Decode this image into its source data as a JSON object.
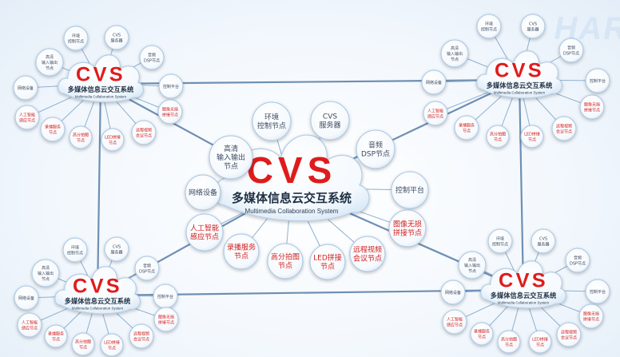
{
  "watermark": "HAR",
  "clusters": [
    {
      "id": "center",
      "logo": "CVS",
      "title_cn": "多媒体信息云交互系统",
      "title_en": "Multimedia Collaboration System",
      "nodes": [
        {
          "lines": [
            "环境",
            "控制节点"
          ],
          "red": false
        },
        {
          "lines": [
            "CVS",
            "服务器"
          ],
          "red": false
        },
        {
          "lines": [
            "高清",
            "输入输出",
            "节点"
          ],
          "red": false
        },
        {
          "lines": [
            "音频",
            "DSP节点"
          ],
          "red": false
        },
        {
          "lines": [
            "网络设备"
          ],
          "red": false
        },
        {
          "lines": [
            "控制平台"
          ],
          "red": false
        },
        {
          "lines": [
            "人工智能",
            "感应节点"
          ],
          "red": true
        },
        {
          "lines": [
            "录播服务",
            "节点"
          ],
          "red": true
        },
        {
          "lines": [
            "高分拍图",
            "节点"
          ],
          "red": true
        },
        {
          "lines": [
            "LED拼接",
            "节点"
          ],
          "red": true
        },
        {
          "lines": [
            "远程视频",
            "会议节点"
          ],
          "red": true
        },
        {
          "lines": [
            "图像无损",
            "拼接节点"
          ],
          "red": true
        }
      ]
    },
    {
      "id": "top-left",
      "logo": "CVS",
      "title_cn": "多媒体信息云交互系统",
      "title_en": "Multimedia Collaboration System",
      "nodes": [
        {
          "lines": [
            "环境",
            "控制节点"
          ],
          "red": false
        },
        {
          "lines": [
            "CVS",
            "服务器"
          ],
          "red": false
        },
        {
          "lines": [
            "高清",
            "输入输出",
            "节点"
          ],
          "red": false
        },
        {
          "lines": [
            "音频",
            "DSP节点"
          ],
          "red": false
        },
        {
          "lines": [
            "网络设备"
          ],
          "red": false
        },
        {
          "lines": [
            "控制平台"
          ],
          "red": false
        },
        {
          "lines": [
            "人工智能",
            "感应节点"
          ],
          "red": true
        },
        {
          "lines": [
            "录播服务",
            "节点"
          ],
          "red": true
        },
        {
          "lines": [
            "高分拍图",
            "节点"
          ],
          "red": true
        },
        {
          "lines": [
            "LED拼接",
            "节点"
          ],
          "red": true
        },
        {
          "lines": [
            "远程视频",
            "会议节点"
          ],
          "red": true
        },
        {
          "lines": [
            "图像无损",
            "拼接节点"
          ],
          "red": true
        }
      ]
    },
    {
      "id": "top-right",
      "logo": "CVS",
      "title_cn": "多媒体信息云交互系统",
      "title_en": "Multimedia Collaboration System",
      "nodes": [
        {
          "lines": [
            "环境",
            "控制节点"
          ],
          "red": false
        },
        {
          "lines": [
            "CVS",
            "服务器"
          ],
          "red": false
        },
        {
          "lines": [
            "高清",
            "输入输出",
            "节点"
          ],
          "red": false
        },
        {
          "lines": [
            "音频",
            "DSP节点"
          ],
          "red": false
        },
        {
          "lines": [
            "网络设备"
          ],
          "red": false
        },
        {
          "lines": [
            "控制平台"
          ],
          "red": false
        },
        {
          "lines": [
            "人工智能",
            "感应节点"
          ],
          "red": true
        },
        {
          "lines": [
            "录播服务",
            "节点"
          ],
          "red": true
        },
        {
          "lines": [
            "高分拍图",
            "节点"
          ],
          "red": true
        },
        {
          "lines": [
            "LED拼接",
            "节点"
          ],
          "red": true
        },
        {
          "lines": [
            "远程视频",
            "会议节点"
          ],
          "red": true
        },
        {
          "lines": [
            "图像无损",
            "拼接节点"
          ],
          "red": true
        }
      ]
    },
    {
      "id": "bottom-left",
      "logo": "CVS",
      "title_cn": "多媒体信息云交互系统",
      "title_en": "Multimedia Collaboration System",
      "nodes": [
        {
          "lines": [
            "环境",
            "控制节点"
          ],
          "red": false
        },
        {
          "lines": [
            "CVS",
            "服务器"
          ],
          "red": false
        },
        {
          "lines": [
            "高清",
            "输入输出",
            "节点"
          ],
          "red": false
        },
        {
          "lines": [
            "音频",
            "DSP节点"
          ],
          "red": false
        },
        {
          "lines": [
            "网络设备"
          ],
          "red": false
        },
        {
          "lines": [
            "控制平台"
          ],
          "red": false
        },
        {
          "lines": [
            "人工智能",
            "感应节点"
          ],
          "red": true
        },
        {
          "lines": [
            "录播服务",
            "节点"
          ],
          "red": true
        },
        {
          "lines": [
            "高分拍图",
            "节点"
          ],
          "red": true
        },
        {
          "lines": [
            "LED拼接",
            "节点"
          ],
          "red": true
        },
        {
          "lines": [
            "远程视频",
            "会议节点"
          ],
          "red": true
        },
        {
          "lines": [
            "图像无损",
            "拼接节点"
          ],
          "red": true
        }
      ]
    },
    {
      "id": "bottom-right",
      "logo": "CVS",
      "title_cn": "多媒体信息云交互系统",
      "title_en": "Multimedia Collaboration System",
      "nodes": [
        {
          "lines": [
            "环境",
            "控制节点"
          ],
          "red": false
        },
        {
          "lines": [
            "CVS",
            "服务器"
          ],
          "red": false
        },
        {
          "lines": [
            "高清",
            "输入输出",
            "节点"
          ],
          "red": false
        },
        {
          "lines": [
            "音频",
            "DSP节点"
          ],
          "red": false
        },
        {
          "lines": [
            "网络设备"
          ],
          "red": false
        },
        {
          "lines": [
            "控制平台"
          ],
          "red": false
        },
        {
          "lines": [
            "人工智能",
            "感应节点"
          ],
          "red": true
        },
        {
          "lines": [
            "录播服务",
            "节点"
          ],
          "red": true
        },
        {
          "lines": [
            "高分拍图",
            "节点"
          ],
          "red": true
        },
        {
          "lines": [
            "LED拼接",
            "节点"
          ],
          "red": true
        },
        {
          "lines": [
            "远程视频",
            "会议节点"
          ],
          "red": true
        },
        {
          "lines": [
            "图像无损",
            "拼接节点"
          ],
          "red": true
        }
      ]
    }
  ]
}
